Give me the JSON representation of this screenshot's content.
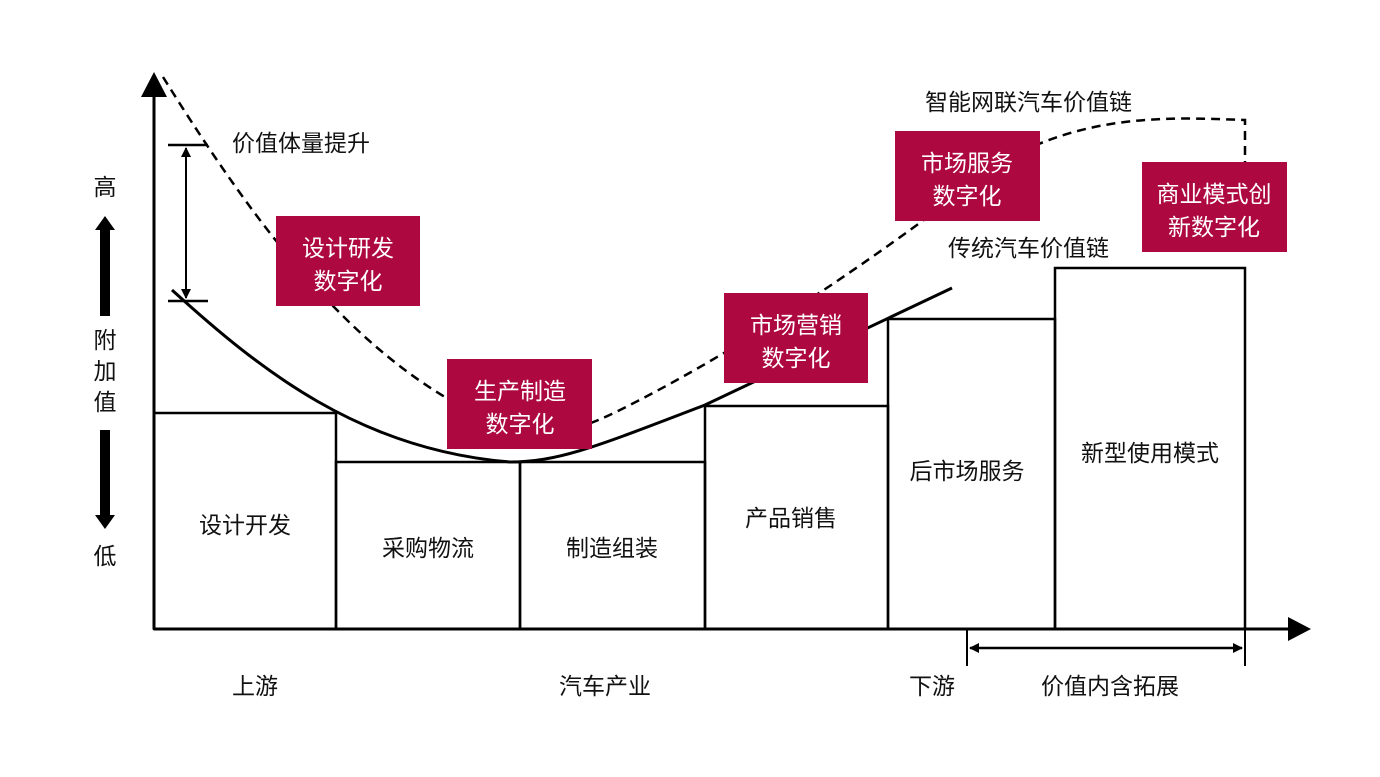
{
  "colors": {
    "accent": "#AE0841",
    "line": "#000000"
  },
  "y_axis": {
    "high": "高",
    "low": "低",
    "label": [
      "附",
      "加",
      "值"
    ]
  },
  "annotation_value_increase": "价值体量提升",
  "curves": {
    "smart": "智能网联汽车价值链",
    "traditional": "传统汽车价值链"
  },
  "stages": [
    "设计开发",
    "采购物流",
    "制造组装",
    "产品销售",
    "后市场服务",
    "新型使用模式"
  ],
  "digital_boxes": [
    {
      "line1": "设计研发",
      "line2": "数字化"
    },
    {
      "line1": "生产制造",
      "line2": "数字化"
    },
    {
      "line1": "市场营销",
      "line2": "数字化"
    },
    {
      "line1": "市场服务",
      "line2": "数字化"
    },
    {
      "line1": "商业模式创",
      "line2": "新数字化"
    }
  ],
  "bottom": {
    "upstream": "上游",
    "industry": "汽车产业",
    "downstream": "下游",
    "extension": "价值内含拓展"
  }
}
